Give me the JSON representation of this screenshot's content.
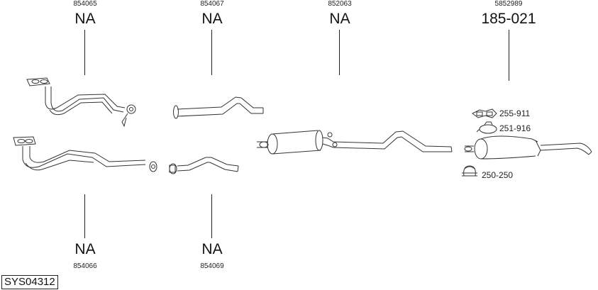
{
  "columns": [
    {
      "top_ref": "854065",
      "top_code": "NA",
      "bottom_ref": "854066",
      "bottom_code": "NA"
    },
    {
      "top_ref": "854067",
      "top_code": "NA",
      "bottom_ref": "854069",
      "bottom_code": "NA"
    },
    {
      "top_ref": "852063",
      "top_code": "NA"
    },
    {
      "top_ref": "5852989",
      "top_code": "185-021"
    }
  ],
  "accessories": [
    {
      "label": "255-911",
      "icon": "rubber-mount-icon"
    },
    {
      "label": "251-916",
      "icon": "clamp-icon"
    },
    {
      "label": "250-250",
      "icon": "u-bolt-clamp-icon"
    }
  ],
  "system_id": "SYS04312"
}
